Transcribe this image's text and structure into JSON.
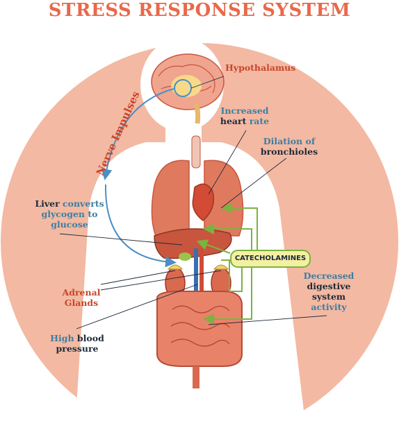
{
  "title": "STRESS RESPONSE SYSTEM",
  "labels": {
    "hypothalamus": "Hypothalamus",
    "nerve_impulses": "Nerve Impulses",
    "heart_rate_1": "Increased",
    "heart_rate_2a": "heart",
    "heart_rate_2b": "rate",
    "bronchioles_1": "Dilation of",
    "bronchioles_2": "bronchioles",
    "liver_1a": "Liver",
    "liver_1b": "converts",
    "liver_2": "glycogen to",
    "liver_3": "glucose",
    "catecholamines": "CATECHOLAMINES",
    "adrenal_1": "Adrenal",
    "adrenal_2": "Glands",
    "digestive_1": "Decreased",
    "digestive_2": "digestive",
    "digestive_3": "system",
    "digestive_4": "activity",
    "bp_1a": "High",
    "bp_1b": "blood",
    "bp_2": "pressure"
  },
  "colors": {
    "title": "#e8694a",
    "circle": "#f3b9a3",
    "body": "#ffffff",
    "organ": "#e07a5f",
    "organ_dark": "#c8553d",
    "nerve_blue": "#4b8fc4",
    "pathway_green": "#7cb23f",
    "label_dark": "#1d2a3a",
    "label_blue": "#3d7ea1",
    "label_red": "#c9452b"
  }
}
